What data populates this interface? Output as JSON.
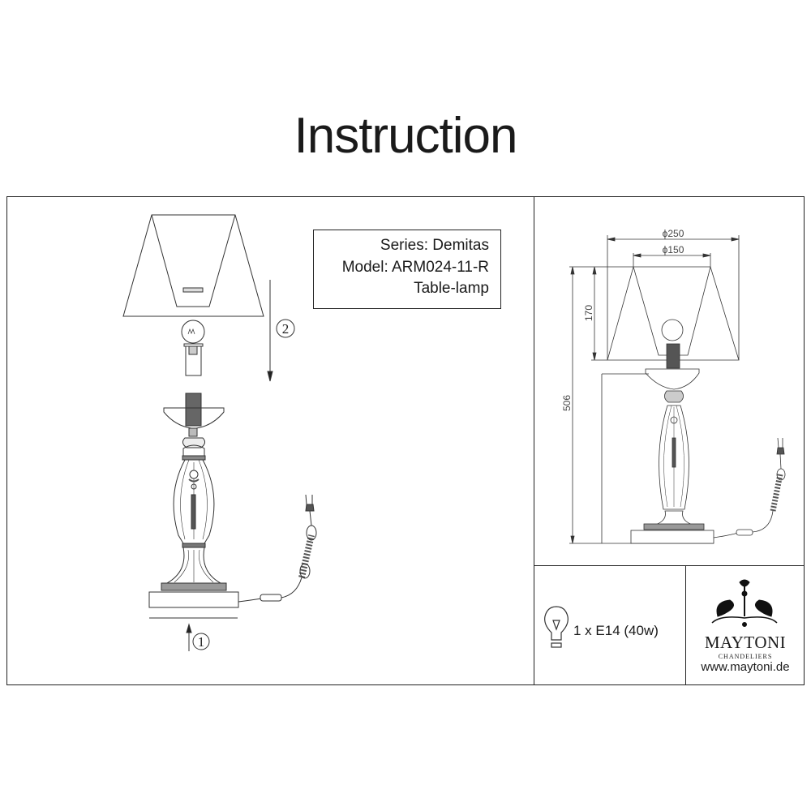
{
  "title": "Instruction",
  "info": {
    "series": "Series: Demitas",
    "model": "Model: ARM024-11-R",
    "type": "Table-lamp"
  },
  "assembly_steps": [
    "1",
    "2"
  ],
  "dimensions": {
    "shade_outer_diameter": "ϕ250",
    "shade_inner_diameter": "ϕ150",
    "shade_height": "170",
    "total_height": "506"
  },
  "bulb_spec": "1 x E14 (40w)",
  "brand": {
    "name": "MAYTONI",
    "subtitle": "CHANDELIERS",
    "url": "www.maytoni.de"
  }
}
